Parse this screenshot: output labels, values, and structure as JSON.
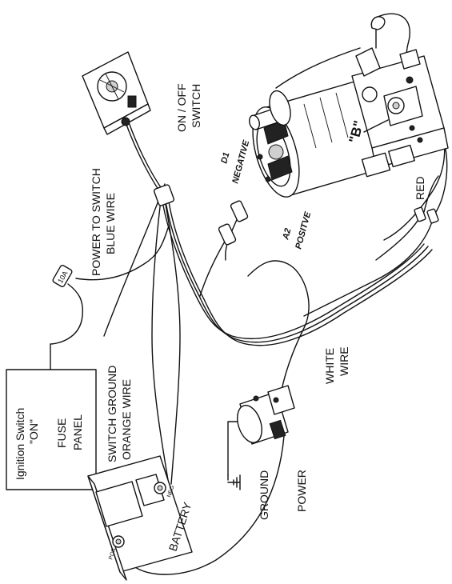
{
  "labels": {
    "ignition_line1": "Ignition Switch",
    "ignition_line2": "\"ON\"",
    "fuse_line1": "FUSE",
    "fuse_line2": "PANEL",
    "fuse_tag": "10A",
    "power_to_switch_line1": "POWER TO SWITCH",
    "power_to_switch_line2": "BLUE WIRE",
    "on_off_line1": "ON / OFF",
    "on_off_line2": "SWITCH",
    "switch_ground_line1": "SWITCH GROUND",
    "switch_ground_line2": "ORANGE WIRE",
    "d1": "D1",
    "negative": "NEGATIVE",
    "a2": "A2",
    "positive": "POSITVE",
    "valve_b": "\"B\"",
    "red": "RED",
    "white_line1": "WHITE",
    "white_line2": "WIRE",
    "ground": "GROUND",
    "power": "POWER",
    "battery": "BATTERY",
    "pos": "POS",
    "neg": "NEG"
  }
}
